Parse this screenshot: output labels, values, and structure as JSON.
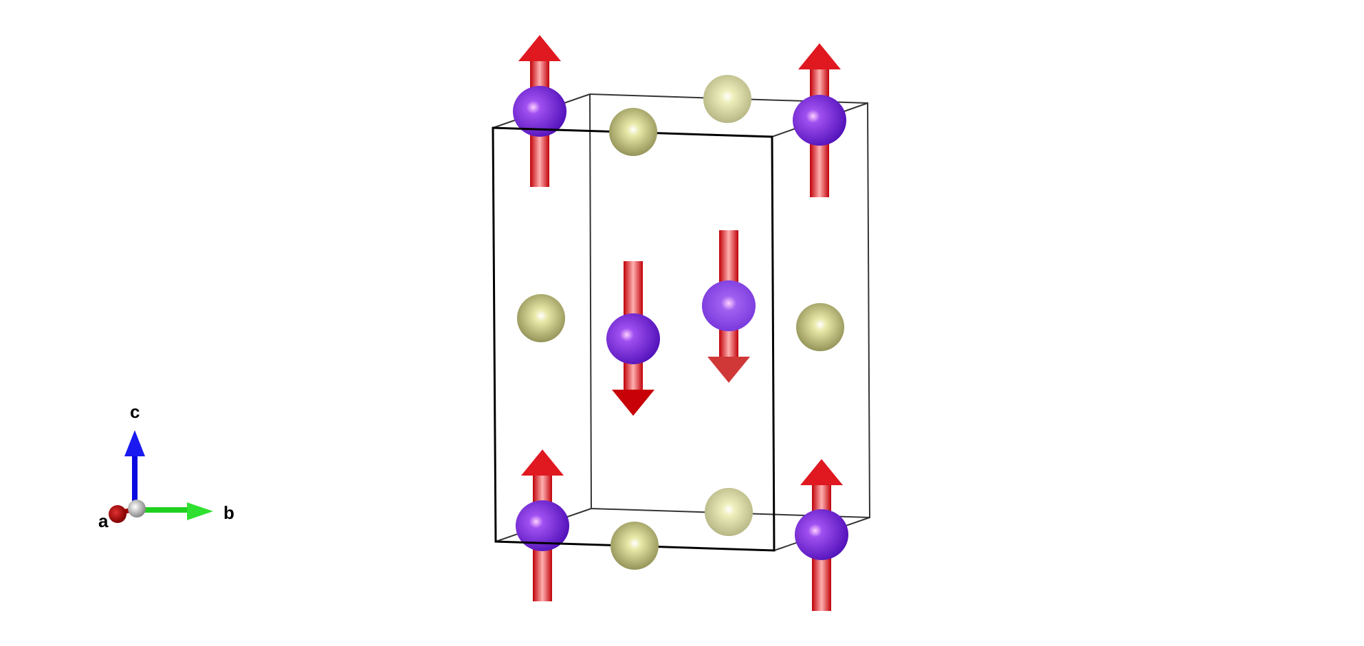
{
  "axes": {
    "a_label": "a",
    "b_label": "b",
    "c_label": "c"
  },
  "colors": {
    "magnetic_atom": "#6a1fd8",
    "nonmagnetic_atom": "#c8c890",
    "spin_arrow": "#e8141c",
    "axis_a": "#b00000",
    "axis_b": "#1ed01e",
    "axis_c": "#0a0ae0",
    "cell_edge": "#000000"
  },
  "spins": [
    "up",
    "up",
    "up",
    "up",
    "down",
    "down"
  ]
}
